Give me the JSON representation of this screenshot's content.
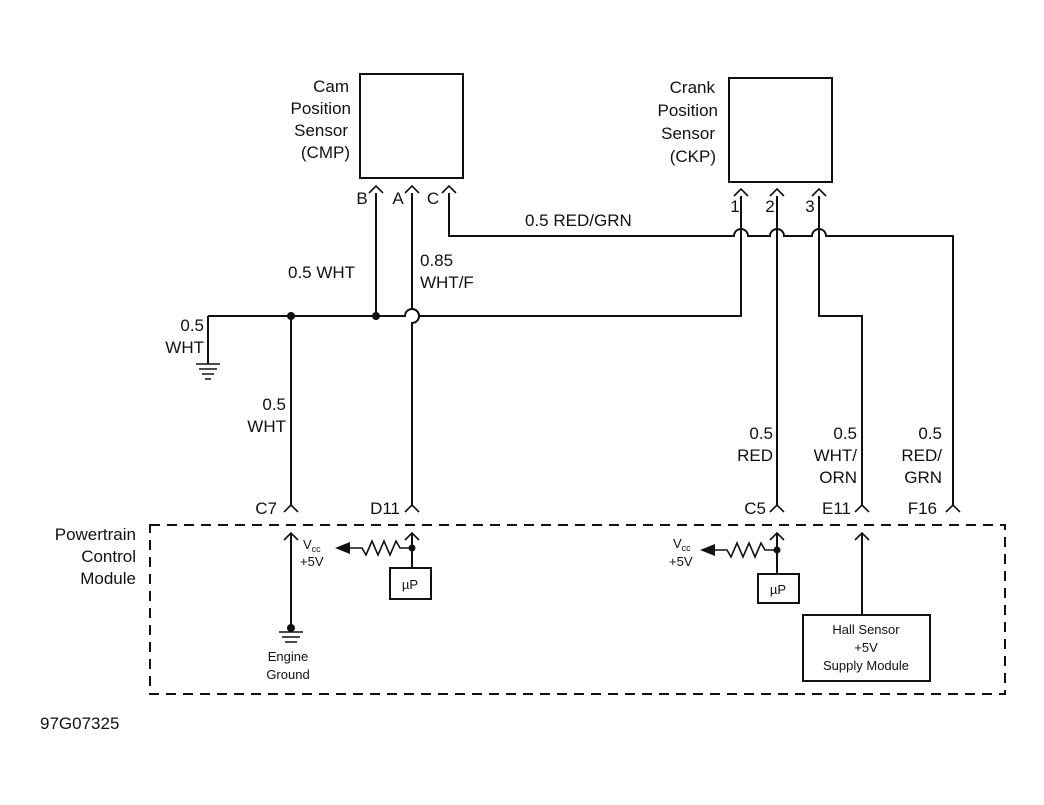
{
  "components": {
    "cmp": {
      "label_lines": [
        "Cam",
        "Position",
        "Sensor",
        "(CMP)"
      ],
      "pins": [
        "B",
        "A",
        "C"
      ]
    },
    "ckp": {
      "label_lines": [
        "Crank",
        "Position",
        "Sensor",
        "(CKP)"
      ],
      "pins": [
        "1",
        "2",
        "3"
      ]
    },
    "pcm": {
      "label_lines": [
        "Powertrain",
        "Control",
        "Module"
      ]
    },
    "hall": {
      "label_lines": [
        "Hall Sensor",
        "+5V",
        "Supply Module"
      ]
    },
    "up": "µP",
    "vcc_main": "V",
    "vcc_sub": "cc",
    "vcc_volt": "+5V",
    "engine_ground": [
      "Engine",
      "Ground"
    ]
  },
  "wires": {
    "red_grn_top": "0.5 RED/GRN",
    "wht_b": "0.5 WHT",
    "wht_a": [
      "0.85",
      "WHT/F"
    ],
    "wht_left": [
      "0.5",
      "WHT"
    ],
    "wht_c7": [
      "0.5",
      "WHT"
    ],
    "red_c5": [
      "0.5",
      "RED"
    ],
    "wht_orn": [
      "0.5",
      "WHT/",
      "ORN"
    ],
    "red_grn_f16": [
      "0.5",
      "RED/",
      "GRN"
    ]
  },
  "connectors": {
    "c7": "C7",
    "d11": "D11",
    "c5": "C5",
    "e11": "E11",
    "f16": "F16"
  },
  "figure_id": "97G07325"
}
